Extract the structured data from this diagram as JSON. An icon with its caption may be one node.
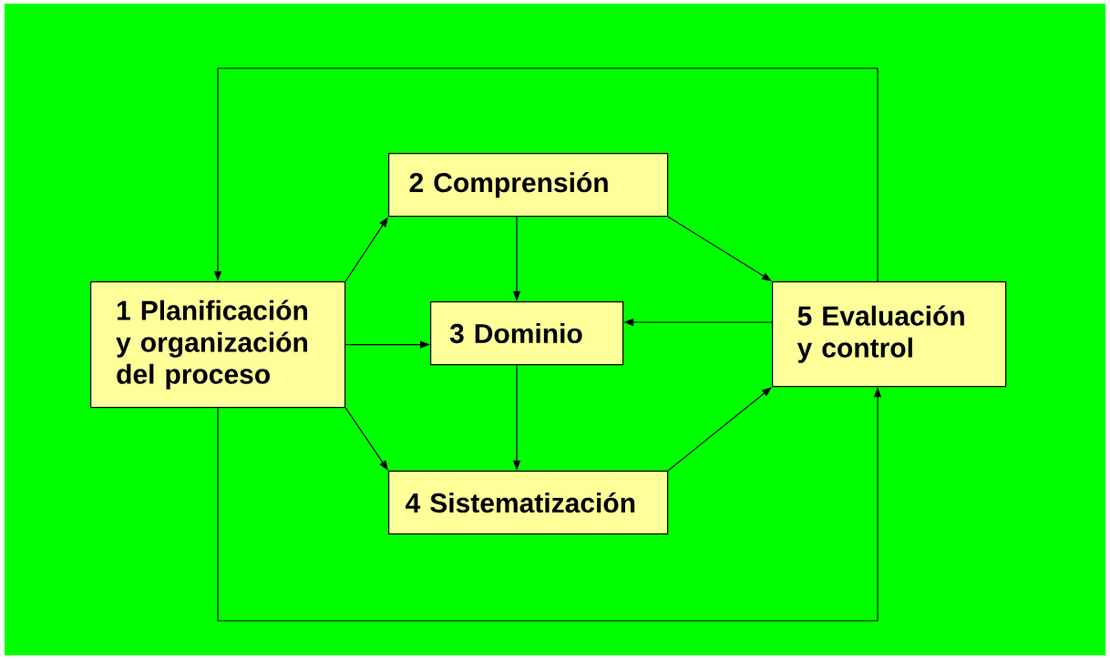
{
  "diagram": {
    "nodes": [
      {
        "text": [
          "1 Planificación y organización del proceso"
        ]
      },
      {
        "text": [
          "2 Comprensión"
        ]
      },
      {
        "text": [
          "3 Dominio"
        ]
      },
      {
        "text": [
          "4 Sistematización"
        ]
      },
      {
        "text": [
          "5 Evaluación y control"
        ]
      }
    ],
    "edges": [
      {
        "from": 0,
        "to": 1,
        "arrow": "to"
      },
      {
        "from": 0,
        "to": 2,
        "arrow": "to"
      },
      {
        "from": 0,
        "to": 3,
        "arrow": "to"
      },
      {
        "from": 1,
        "to": 2,
        "arrow": "to"
      },
      {
        "from": 2,
        "to": 3,
        "arrow": "to"
      },
      {
        "from": 1,
        "to": 4,
        "arrow": "to"
      },
      {
        "from": 4,
        "to": 2,
        "arrow": "to"
      },
      {
        "from": 3,
        "to": 4,
        "arrow": "to"
      },
      {
        "from": 4,
        "to": 0,
        "arrow": "to"
      },
      {
        "from": 0,
        "to": 4,
        "arrow": "to"
      }
    ]
  }
}
